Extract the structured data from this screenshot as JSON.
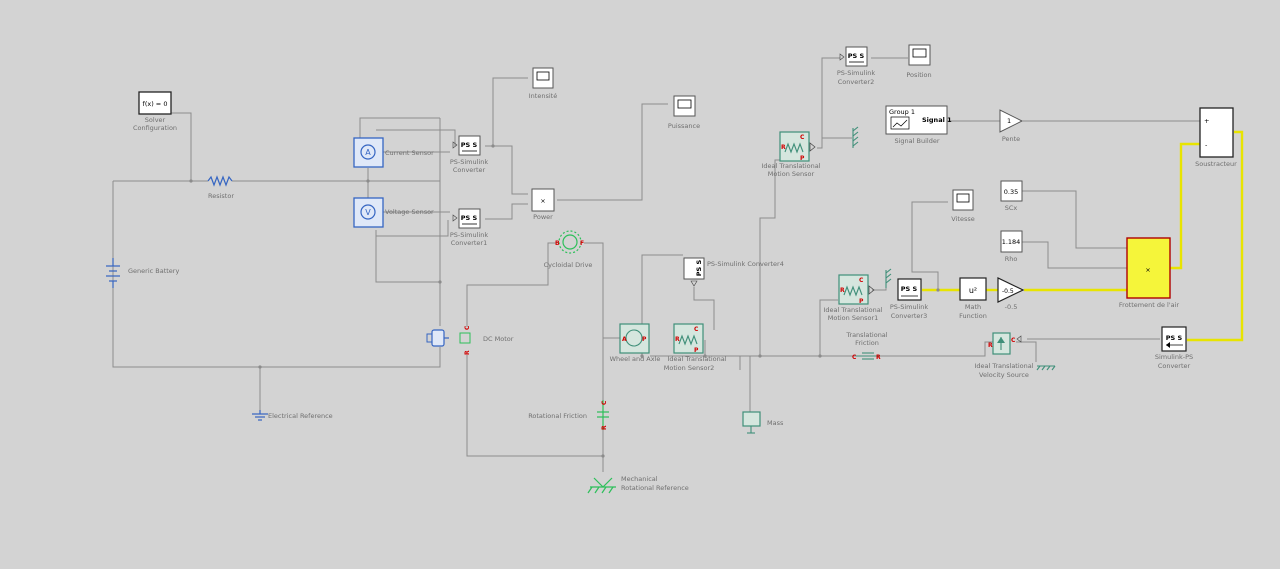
{
  "blocks": {
    "solver": {
      "text": "f(x) = 0",
      "label1": "Solver",
      "label2": "Configuration"
    },
    "resistor": {
      "label": "Resistor"
    },
    "battery": {
      "label": "Generic Battery"
    },
    "elec_ref": {
      "label": "Electrical Reference"
    },
    "current_sensor": {
      "label": "Current Sensor"
    },
    "voltage_sensor": {
      "label": "Voltage Sensor"
    },
    "ps_conv": {
      "text": "PS S",
      "label1": "PS-Simulink",
      "label2": "Converter"
    },
    "ps_conv1": {
      "text": "PS S",
      "label1": "PS-Simulink",
      "label2": "Converter1"
    },
    "intensite": {
      "label": "Intensité"
    },
    "product_power": {
      "text": "×",
      "label": "Power"
    },
    "puissance": {
      "label": "Puissance"
    },
    "dc_motor": {
      "label": "DC Motor"
    },
    "cycloidal": {
      "label": "Cycloidal Drive"
    },
    "rot_friction": {
      "label": "Rotational Friction"
    },
    "mech_rot_ref": {
      "label1": "Mechanical",
      "label2": "Rotational Reference"
    },
    "wheel_axle": {
      "label": "Wheel and Axle"
    },
    "its2": {
      "label1": "Ideal Translational",
      "label2": "Motion Sensor2"
    },
    "ps_conv4": {
      "text": "PS S",
      "label": "PS-Simulink Converter4"
    },
    "mass": {
      "label": "Mass"
    },
    "its_top": {
      "label1": "Ideal Translational",
      "label2": "Motion Sensor"
    },
    "ps_conv2": {
      "text": "PS S",
      "label1": "PS-Simulink",
      "label2": "Converter2"
    },
    "position": {
      "label": "Position"
    },
    "signal_builder": {
      "group": "Group 1",
      "signal": "Signal 1",
      "label": "Signal Builder"
    },
    "pente": {
      "text": "1",
      "label": "Pente"
    },
    "soustracteur": {
      "plus": "+",
      "minus": "-",
      "label": "Soustracteur"
    },
    "vitesse": {
      "label": "Vitesse"
    },
    "scx": {
      "text": "0.35",
      "label": "SCx"
    },
    "rho": {
      "text": "1.184",
      "label": "Rho"
    },
    "frottement": {
      "text": "×",
      "label": "Frottement de l'air"
    },
    "its1": {
      "label1": "Ideal Translational",
      "label2": "Motion Sensor1"
    },
    "ps_conv3": {
      "text": "PS S",
      "label1": "PS-Simulink",
      "label2": "Converter3"
    },
    "math_fn": {
      "text": "u²",
      "label1": "Math",
      "label2": "Function"
    },
    "gain_m05": {
      "text": "-0.5",
      "label": "-0.5"
    },
    "trans_friction": {
      "label1": "Translational",
      "label2": "Friction"
    },
    "itvs": {
      "label1": "Ideal Translational",
      "label2": "Velocity Source"
    },
    "sps_conv": {
      "text": "PS S",
      "label1": "Simulink-PS",
      "label2": "Converter"
    }
  },
  "ports": {
    "a": "A",
    "p": "P",
    "c": "C",
    "r": "R",
    "v": "V",
    "b": "B",
    "f": "F"
  },
  "colors": {
    "highlight_block": "#f5f53a",
    "highlight_wire": "#e8e400",
    "electrical": "#3565c2",
    "rotational": "#2dbf5a",
    "translational": "#3f8f79"
  }
}
